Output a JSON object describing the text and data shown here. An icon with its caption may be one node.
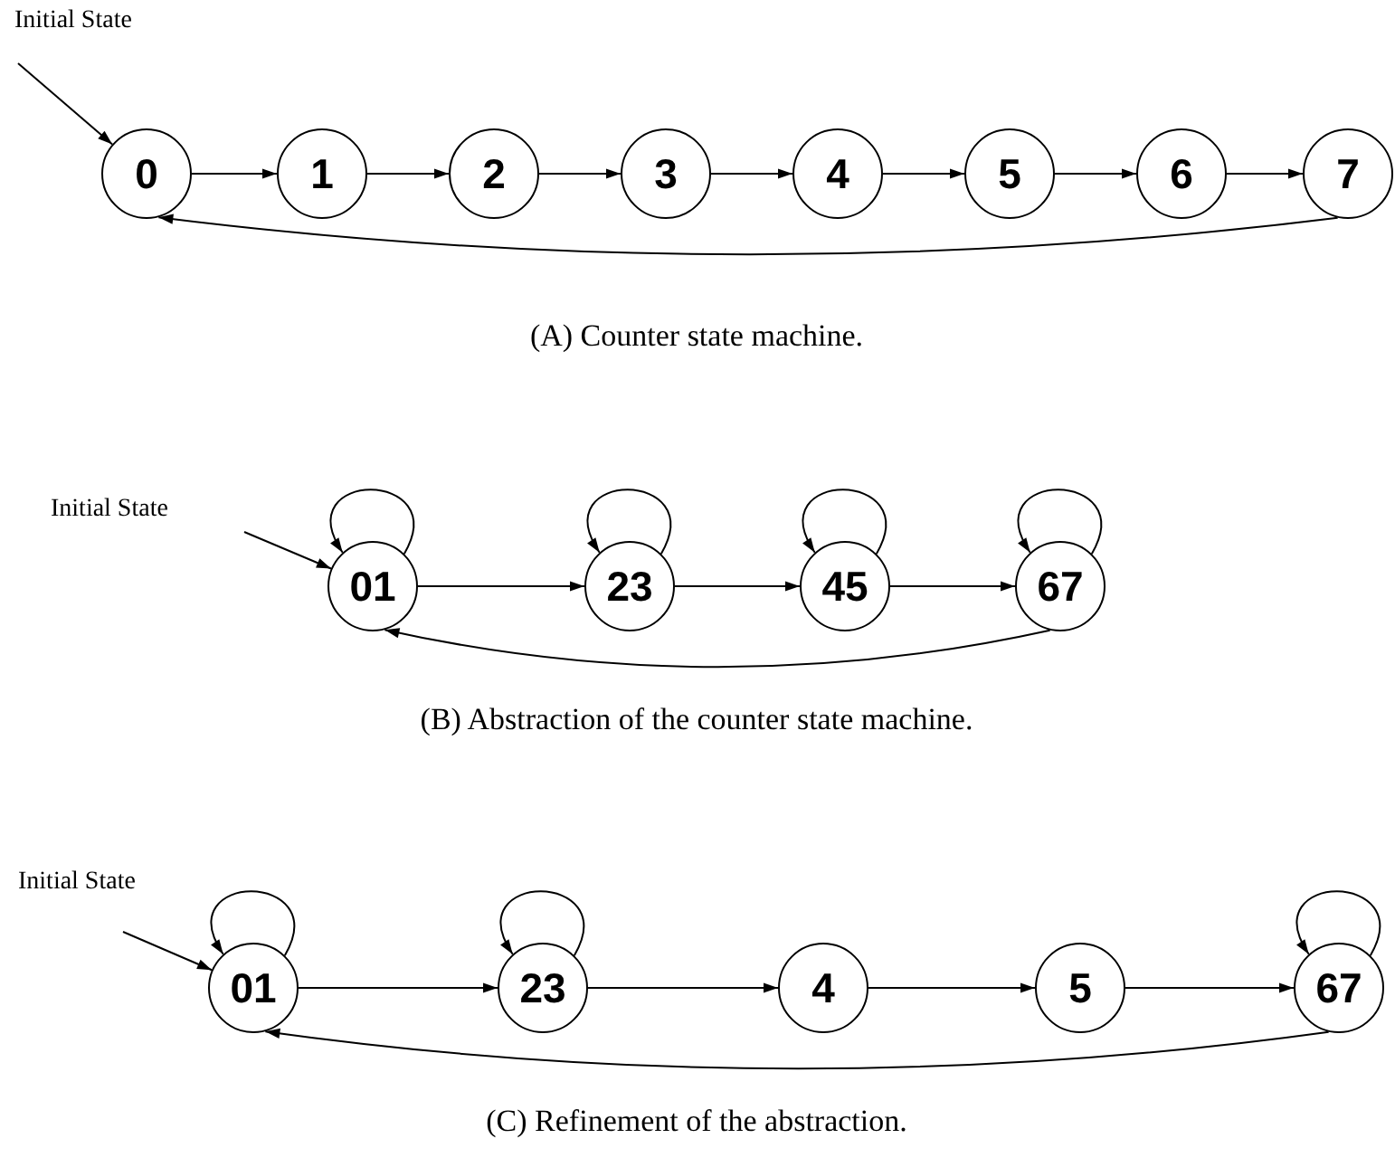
{
  "diagram": {
    "nodes": [
      {
        "text": [
          "Initial State"
        ]
      },
      {
        "text": [
          "0"
        ]
      },
      {
        "text": [
          "1"
        ]
      },
      {
        "text": [
          "2"
        ]
      },
      {
        "text": [
          "3"
        ]
      },
      {
        "text": [
          "4"
        ]
      },
      {
        "text": [
          "5"
        ]
      },
      {
        "text": [
          "6"
        ]
      },
      {
        "text": [
          "7"
        ]
      },
      {
        "text": [
          "Initial State"
        ]
      },
      {
        "text": [
          "01"
        ]
      },
      {
        "text": [
          "23"
        ]
      },
      {
        "text": [
          "45"
        ]
      },
      {
        "text": [
          "67"
        ]
      },
      {
        "text": [
          "Initial State"
        ]
      },
      {
        "text": [
          "01"
        ]
      },
      {
        "text": [
          "23"
        ]
      },
      {
        "text": [
          "4"
        ]
      },
      {
        "text": [
          "5"
        ]
      },
      {
        "text": [
          "67"
        ]
      }
    ],
    "edges": [
      {
        "from": 0,
        "to": 1,
        "arrow": "to"
      },
      {
        "from": 1,
        "to": 2,
        "arrow": "to"
      },
      {
        "from": 2,
        "to": 3,
        "arrow": "to"
      },
      {
        "from": 3,
        "to": 4,
        "arrow": "to"
      },
      {
        "from": 4,
        "to": 5,
        "arrow": "to"
      },
      {
        "from": 5,
        "to": 6,
        "arrow": "to"
      },
      {
        "from": 6,
        "to": 7,
        "arrow": "to"
      },
      {
        "from": 7,
        "to": 8,
        "arrow": "to"
      },
      {
        "from": 8,
        "to": 1,
        "arrow": "to"
      },
      {
        "from": 9,
        "to": 10,
        "arrow": "to"
      },
      {
        "from": 10,
        "to": 10,
        "arrow": "to"
      },
      {
        "from": 11,
        "to": 11,
        "arrow": "to"
      },
      {
        "from": 12,
        "to": 12,
        "arrow": "to"
      },
      {
        "from": 13,
        "to": 13,
        "arrow": "to"
      },
      {
        "from": 10,
        "to": 11,
        "arrow": "to"
      },
      {
        "from": 11,
        "to": 12,
        "arrow": "to"
      },
      {
        "from": 12,
        "to": 13,
        "arrow": "to"
      },
      {
        "from": 13,
        "to": 10,
        "arrow": "to"
      },
      {
        "from": 14,
        "to": 15,
        "arrow": "to"
      },
      {
        "from": 15,
        "to": 15,
        "arrow": "to"
      },
      {
        "from": 16,
        "to": 16,
        "arrow": "to"
      },
      {
        "from": 19,
        "to": 19,
        "arrow": "to"
      },
      {
        "from": 15,
        "to": 16,
        "arrow": "to"
      },
      {
        "from": 16,
        "to": 17,
        "arrow": "to"
      },
      {
        "from": 17,
        "to": 18,
        "arrow": "to"
      },
      {
        "from": 18,
        "to": 19,
        "arrow": "to"
      },
      {
        "from": 19,
        "to": 15,
        "arrow": "to"
      }
    ],
    "labels": [
      "(A) Counter state machine.",
      "(B) Abstraction of the counter state machine.",
      "(C) Refinement of the abstraction."
    ]
  }
}
